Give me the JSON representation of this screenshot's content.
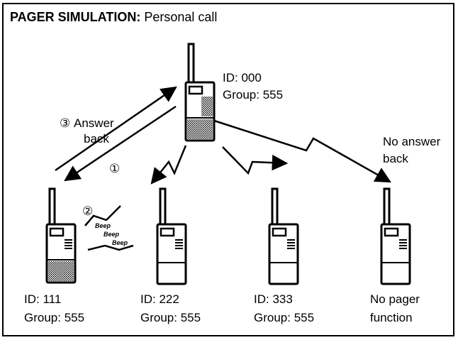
{
  "title": {
    "bold": "PAGER SIMULATION:",
    "rest": " Personal call"
  },
  "radios": {
    "caller": {
      "id": "ID: 000",
      "group": "Group: 555"
    },
    "r111": {
      "id": "ID: 111",
      "group": "Group: 555"
    },
    "r222": {
      "id": "ID: 222",
      "group": "Group: 555"
    },
    "r333": {
      "id": "ID: 333",
      "group": "Group: 555"
    },
    "r_nopager": {
      "line1": "No pager",
      "line2": "function"
    }
  },
  "annotations": {
    "answer_back_num": "③",
    "answer_back_l1": "Answer",
    "answer_back_l2": "back",
    "call_num": "①",
    "beep_num": "②",
    "beep_words": [
      "Beep",
      "Beep",
      "Beep"
    ],
    "no_answer_l1": "No answer",
    "no_answer_l2": "back"
  },
  "colors": {
    "ink": "#000000",
    "screen_fill": "#bdbdbd",
    "background": "#ffffff"
  }
}
